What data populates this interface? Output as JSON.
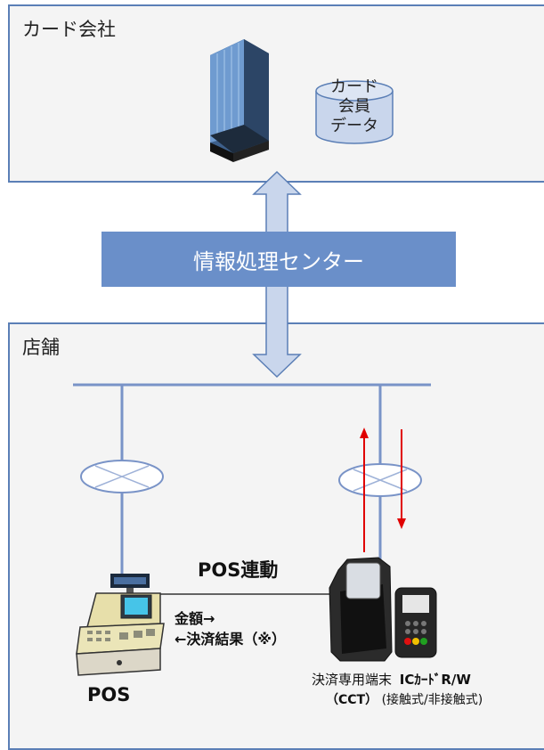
{
  "card_company": {
    "title": "カード会社",
    "db_lines": [
      "カード",
      "会員",
      "データ"
    ]
  },
  "center": {
    "label": "情報処理センター"
  },
  "store": {
    "title": "店舗"
  },
  "pos_link": {
    "label": "POS連動"
  },
  "flows": {
    "amount": "金額→",
    "result": "←決済結果（※）"
  },
  "pos": {
    "label": "POS"
  },
  "terminal": {
    "line1_a": "決済専用端末",
    "line1_b": "ICｶｰﾄﾞR/W",
    "line2_a": "（CCT）",
    "line2_b": "(接触式/非接触式)"
  },
  "colors": {
    "border": "#5b7fb6",
    "center_fill": "#6a8fc9",
    "arrow_fill": "#c9d6ec",
    "red": "#e00000"
  }
}
